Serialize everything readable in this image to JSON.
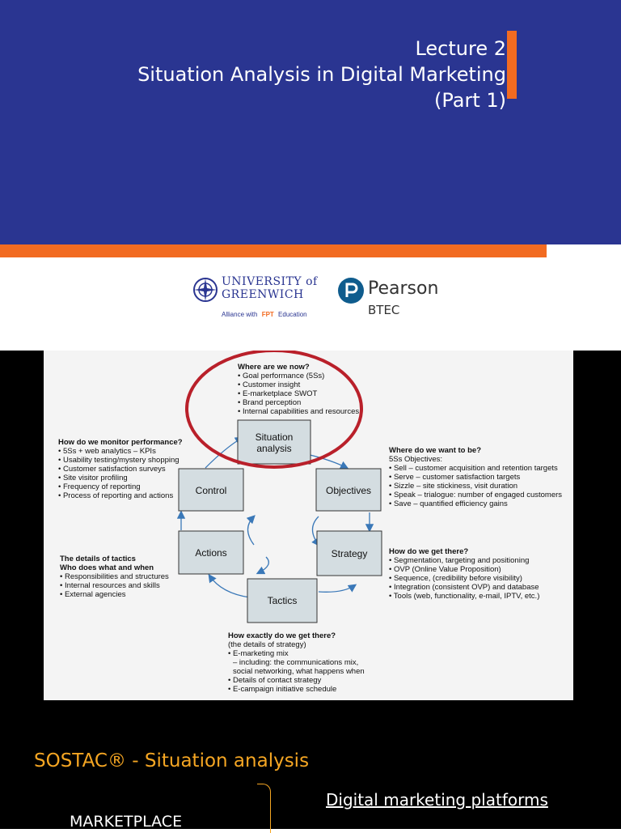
{
  "slide_title": {
    "line1": "Lecture 2",
    "line2": "Situation Analysis in Digital Marketing",
    "line3": "(Part 1)"
  },
  "logos": {
    "university_line1": "UNIVERSITY of",
    "university_line2": "GREENWICH",
    "alliance_prefix": "Alliance with",
    "alliance_brand": "FPT",
    "alliance_suffix": "Education",
    "pearson": "Pearson",
    "btec": "BTEC"
  },
  "diagram": {
    "boxes": {
      "situation": [
        "Situation",
        "analysis"
      ],
      "objectives": "Objectives",
      "strategy": "Strategy",
      "tactics": "Tactics",
      "actions": "Actions",
      "control": "Control"
    },
    "where_now": {
      "heading": "Where are we now?",
      "items": [
        "• Goal performance (5Ss)",
        "• Customer insight",
        "• E-marketplace SWOT",
        "• Brand perception",
        "• Internal capabilities and resources"
      ]
    },
    "monitor": {
      "heading": "How do we monitor performance?",
      "items": [
        "• 5Ss + web analytics – KPIs",
        "• Usability testing/mystery shopping",
        "• Customer satisfaction surveys",
        "• Site visitor profiling",
        "• Frequency of reporting",
        "• Process of reporting and actions"
      ]
    },
    "want_to_be": {
      "heading": "Where do we want to be?",
      "sub": "5Ss Objectives:",
      "items": [
        "• Sell – customer acquisition and retention targets",
        "• Serve – customer satisfaction targets",
        "• Sizzle – site stickiness, visit duration",
        "• Speak – trialogue: number of engaged customers",
        "• Save – quantified efficiency gains"
      ]
    },
    "get_there": {
      "heading": "How do we get there?",
      "items": [
        "• Segmentation, targeting and positioning",
        "• OVP (Online Value Proposition)",
        "• Sequence, (credibility before visibility)",
        "• Integration (consistent OVP) and database",
        "• Tools (web, functionality, e-mail, IPTV, etc.)"
      ]
    },
    "tactics_detail": {
      "heading1": "The details of tactics",
      "heading2": "Who does what and when",
      "items": [
        "• Responsibilities and structures",
        "• Internal resources and skills",
        "• External agencies"
      ]
    },
    "exactly": {
      "heading": "How exactly do we get there?",
      "sub": "(the details of strategy)",
      "items": [
        "• E-marketing mix",
        "  – including: the communications mix,",
        "  social networking, what happens when",
        "• Details of contact strategy",
        "• E-campaign initiative schedule"
      ]
    }
  },
  "bottom": {
    "sostac_title": "SOSTAC® - Situation analysis",
    "platforms": "Digital marketing platforms",
    "marketplace": "MARKETPLACE"
  },
  "colors": {
    "title_bg": "#2a3591",
    "accent_orange": "#f26b21",
    "box_fill": "#d4dde1",
    "highlight_red": "#b9202a",
    "arrow_blue": "#3a78b8",
    "sostac_yellow": "#f5a623"
  }
}
